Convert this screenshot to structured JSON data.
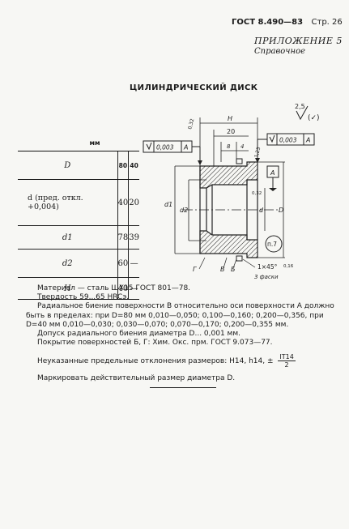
{
  "header": {
    "code": "ГОСТ 8.490—83",
    "page": "Стр. 26"
  },
  "appendix": {
    "title": "ПРИЛОЖЕНИЕ 5",
    "subtitle": "Справочное"
  },
  "title": "ЦИЛИНДРИЧЕСКИЙ ДИСК",
  "table": {
    "unit": "мм",
    "header": {
      "param": "D",
      "c1": "80",
      "c2": "40"
    },
    "rows": [
      {
        "param": "d (пред. откл. +0,004)",
        "c1": "40",
        "c2": "20"
      },
      {
        "param": "d1",
        "c1": "78",
        "c2": "39"
      },
      {
        "param": "d2",
        "c1": "60",
        "c2": "—"
      },
      {
        "param": "H",
        "c1": "40",
        "c2": "—"
      }
    ]
  },
  "notes": {
    "material": "Материал — сталь ШХ15 ГОСТ 801—78.",
    "hardness": "Твердость 59...65 HRCэ.",
    "runout_1": "Радиальное биение поверхности В относительно оси поверхности А должно",
    "runout_2": "быть в пределах: при D=80 мм 0,010—0,050; 0,100—0,160; 0,200—0,356, при",
    "runout_3": "D=40 мм 0,010—0,030; 0,030—0,070; 0,070—0,170; 0,200—0,355 мм.",
    "tolerance": "Допуск радиального биения диаметра D... 0,001 мм.",
    "coating": "Покрытие поверхностей Б, Г: Хим. Окс. прм. ГОСТ 9.073—77.",
    "deviations": "Неуказанные предельные отклонения размеров: H14, h14, ±",
    "frac_num": "IT14",
    "frac_den": "2",
    "marking": "Маркировать действительный размер диаметра D."
  },
  "drawing": {
    "roughness_main": "2,5",
    "roughness_paren": "(✓)",
    "tol_left": "0,003",
    "datum_left": "A",
    "tol_right": "0,003",
    "datum_right": "A",
    "datum_box": "A",
    "dim_H": "H",
    "dim_20": "20",
    "dim_8": "8",
    "dim_4": "4",
    "rough_032": "0,32",
    "rough_125": "1,25",
    "rough_a": "0,32",
    "rough_b": "0,16",
    "lab_d1": "d1",
    "lab_d2": "d2",
    "lab_d": "d",
    "lab_D": "D",
    "lab_G": "Г",
    "lab_B": "Б",
    "lab_V": "В",
    "chamfer": "1×45°",
    "chamfer_note": "3 фаски",
    "item": "п.7"
  }
}
